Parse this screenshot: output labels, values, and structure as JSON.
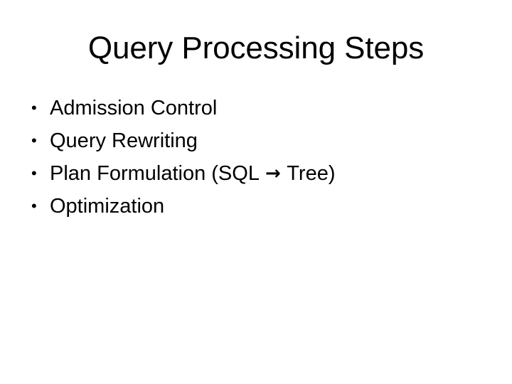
{
  "slide": {
    "title": "Query Processing Steps",
    "background_color": "#ffffff",
    "text_color": "#000000",
    "bullet_glyph": "•",
    "bullets": [
      {
        "label": "Admission Control",
        "text_before": "Admission Control",
        "arrow": "",
        "text_after": ""
      },
      {
        "label": "Query Rewriting",
        "text_before": "Query Rewriting",
        "arrow": "",
        "text_after": ""
      },
      {
        "label": "Plan Formulation (SQL → Tree)",
        "text_before": "Plan Formulation (SQL ",
        "arrow": "→",
        "text_after": " Tree)"
      },
      {
        "label": "Optimization",
        "text_before": "Optimization",
        "arrow": "",
        "text_after": ""
      }
    ]
  }
}
